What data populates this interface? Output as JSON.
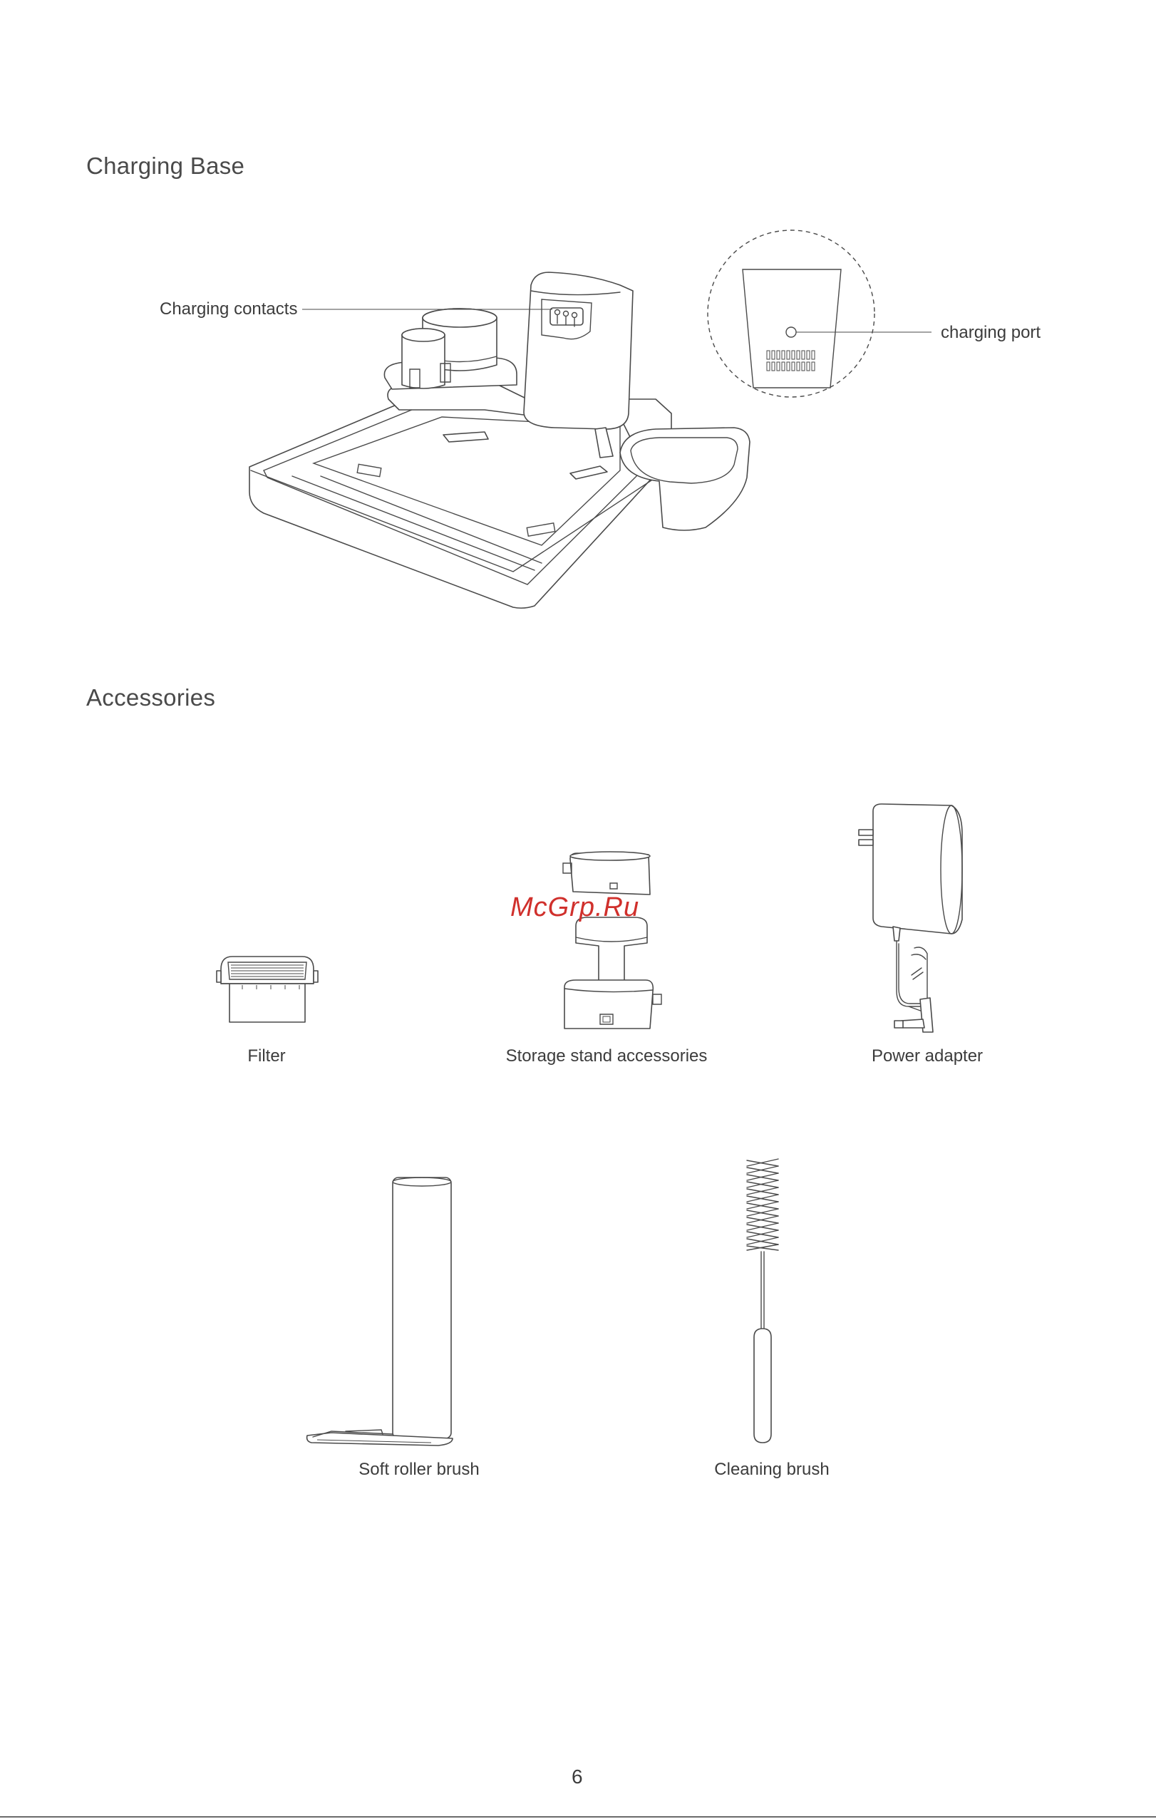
{
  "sections": {
    "charging_base": {
      "title": "Charging Base",
      "callouts": {
        "charging_contacts": "Charging contacts",
        "charging_port": "charging port"
      }
    },
    "accessories": {
      "title": "Accessories",
      "items": [
        {
          "label": "Filter",
          "icon": "filter-icon"
        },
        {
          "label": "Storage stand accessories",
          "icon": "storage-stand-icon"
        },
        {
          "label": "Power adapter",
          "icon": "power-adapter-icon"
        },
        {
          "label": "Soft roller brush",
          "icon": "soft-roller-brush-icon"
        },
        {
          "label": "Cleaning brush",
          "icon": "cleaning-brush-icon"
        }
      ]
    }
  },
  "watermark": "McGrp.Ru",
  "page_number": "6",
  "colors": {
    "text": "#3c3c3c",
    "line_art": "#4a4a4a",
    "watermark": "#d0302c"
  }
}
